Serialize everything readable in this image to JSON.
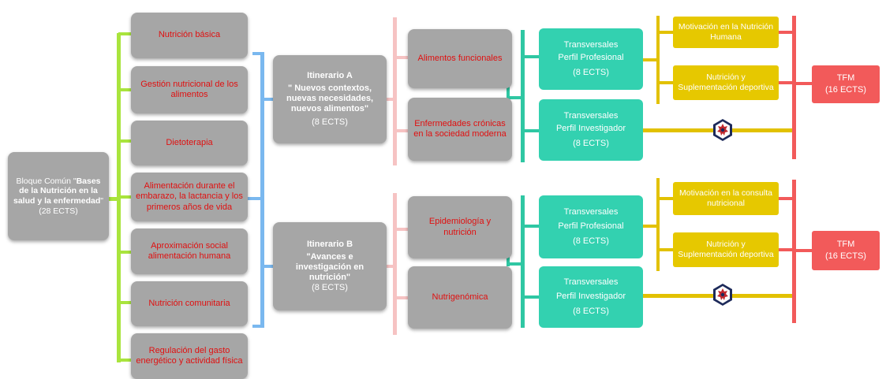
{
  "common_block": {
    "prefix": "Bloque Común \"",
    "title": "Bases de la Nutrición en la salud y la enfermedad",
    "suffix": "\"",
    "ects": "(28 ECTS)"
  },
  "common_modules": [
    "Nutrición básica",
    "Gestión nutricional de los alimentos",
    "Dietoterapia",
    "Alimentación durante el embarazo, la lactancia y los primeros años de vida",
    "Aproximación social alimentación humana",
    "Nutrición comunitaria",
    "Regulación del gasto energético y actividad física"
  ],
  "itinerary_a": {
    "name": "Itinerario A",
    "title": "\" Nuevos contextos, nuevas necesidades, nuevos alimentos\"",
    "ects": "(8 ECTS)",
    "modules": [
      "Alimentos funcionales",
      "Enfermedades crónicas en la sociedad moderna"
    ],
    "transversal_prof": {
      "line1": "Transversales",
      "line2": "Perfil Profesional",
      "ects": "(8 ECTS)"
    },
    "transversal_inv": {
      "line1": "Transversales",
      "line2": "Perfil Investigador",
      "ects": "(8 ECTS)"
    },
    "options": [
      "Motivación en la Nutrición Humana",
      "Nutrición y Suplementación deportiva"
    ],
    "tfm": {
      "name": "TFM",
      "ects": "(16 ECTS)"
    }
  },
  "itinerary_b": {
    "name": "Itinerario B",
    "title": "\"Avances e investigación en nutrición\"",
    "ects": "(8 ECTS)",
    "modules": [
      "Epidemiología y nutrición",
      "Nutrigenómica"
    ],
    "transversal_prof": {
      "line1": "Transversales",
      "line2": "Perfil Profesional",
      "ects": "(8 ECTS)"
    },
    "transversal_inv": {
      "line1": "Transversales",
      "line2": "Perfil Investigador",
      "ects": "(8 ECTS)"
    },
    "options": [
      "Motivación en la consulta nutricional",
      "Nutrición y Suplementación deportiva"
    ],
    "tfm": {
      "name": "TFM",
      "ects": "(16 ECTS)"
    }
  },
  "colors": {
    "grey_box": "#a6a6a6",
    "green_connector": "#a9e43d",
    "blue_connector": "#7ab8ef",
    "pink_connector": "#f6c3c3",
    "teal": "#33d1b0",
    "yellow": "#e6c800",
    "red": "#f25a5a",
    "module_text": "#e01010"
  },
  "icons": [
    "university-seal-icon"
  ]
}
